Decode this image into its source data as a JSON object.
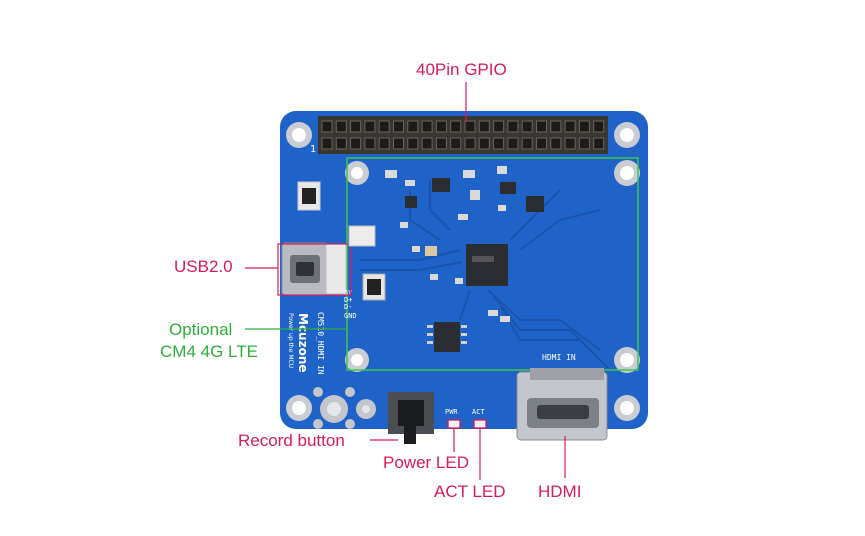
{
  "labels": {
    "gpio": "40Pin GPIO",
    "usb": "USB2.0",
    "optional_line1": "Optional",
    "optional_line2": "CM4 4G LTE",
    "record_button": "Record button",
    "power_led": "Power LED",
    "act_led": "ACT LED",
    "hdmi": "HDMI"
  },
  "board_silkscreen": {
    "pin_one": "1",
    "brand": "Mcuzone",
    "tagline": "Power up the MCU",
    "model": "CM510_HDMI IN",
    "hdmi_in": "HDMI IN",
    "pwr": "PWR",
    "act": "ACT",
    "side_pins": [
      "5V",
      "D+",
      "D-",
      "GND"
    ]
  },
  "colors": {
    "board": "#1f63c9",
    "board_dark": "#1a54ad",
    "callout_red": "#d81b5a",
    "callout_green": "#2fae3a"
  }
}
